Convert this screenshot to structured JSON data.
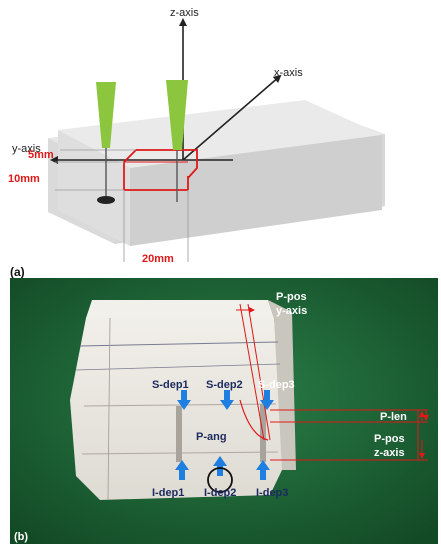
{
  "panel_a": {
    "label": "(a)",
    "axes": {
      "z": "z-axis",
      "x": "x-axis",
      "y": "y-axis"
    },
    "dims": {
      "d5": "5mm",
      "d10": "10mm",
      "d20": "20mm"
    }
  },
  "panel_b": {
    "label": "(b)",
    "labels": {
      "ppos_y_line1": "P-pos",
      "ppos_y_line2": "y-axis",
      "sdep1": "S-dep1",
      "sdep2": "S-dep2",
      "sdep3": "S-dep3",
      "pang": "P-ang",
      "plen": "P-len",
      "ppos_z_line1": "P-pos",
      "ppos_z_line2": "z-axis",
      "idep1": "I-dep1",
      "idep2": "I-dep2",
      "idep3": "I-dep3"
    }
  },
  "colors": {
    "block_top": "#e9e9e9",
    "block_front": "#dcdcdc",
    "block_side": "#c8c8c8",
    "needle": "#8cc63f",
    "dim_red": "#e01818",
    "arrow_blue": "#1f7fe0",
    "green_bg": "#1f6b3a",
    "photo_block": "#eeece6"
  }
}
